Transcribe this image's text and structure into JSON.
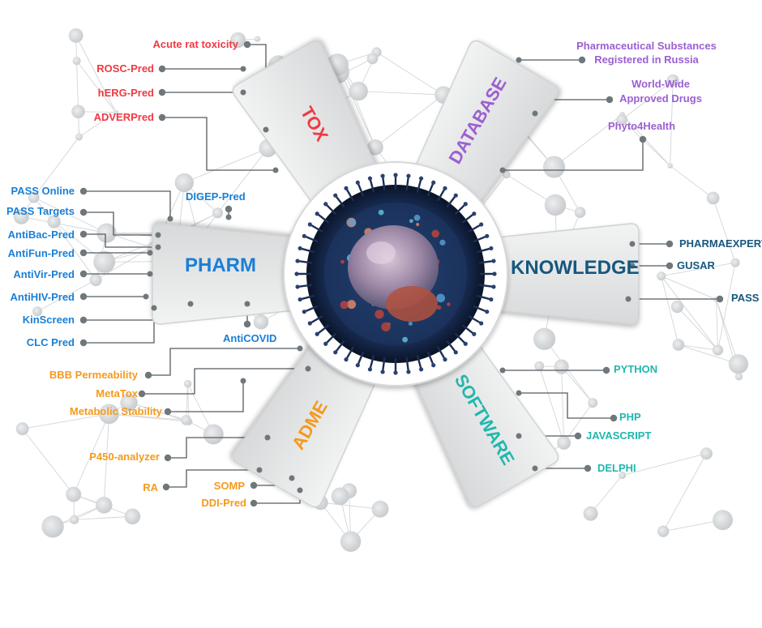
{
  "colors": {
    "tox": "#ee3a43",
    "database": "#9b5fd2",
    "pharm": "#1a7fd6",
    "knowledge": "#17577e",
    "adme": "#f59a1c",
    "software": "#21b7ad",
    "node": "#7e8589",
    "network": "#c8cbce"
  },
  "center": {
    "icon": "virus-cell-icon"
  },
  "panels": {
    "tox": "TOX",
    "database": "DATABASE",
    "pharm": "PHARM",
    "knowledge": "KNOWLEDGE",
    "adme": "ADME",
    "software": "SOFTWARE"
  },
  "labels": {
    "tox": [
      "Acute rat toxicity",
      "ROSC-Pred",
      "hERG-Pred",
      "ADVERPred"
    ],
    "database": [
      "Pharmaceutical Substances",
      "Registered in Russia",
      "World-Wide",
      "Approved Drugs",
      "Phyto4Health"
    ],
    "pharm": [
      "PASS Online",
      "PASS Targets",
      "AntiBac-Pred",
      "AntiFun-Pred",
      "AntiVir-Pred",
      "AntiHIV-Pred",
      "KinScreen",
      "CLC Pred",
      "DIGEP-Pred",
      "AntiCOVID"
    ],
    "knowledge": [
      "PHARMAEXPERT",
      "GUSAR",
      "PASS"
    ],
    "adme": [
      "BBB Permeability",
      "MetaTox",
      "Metabolic Stability",
      "P450-analyzer",
      "RA",
      "SOMP",
      "DDI-Pred"
    ],
    "software": [
      "PYTHON",
      "PHP",
      "JAVASCRIPT",
      "DELPHI"
    ]
  }
}
